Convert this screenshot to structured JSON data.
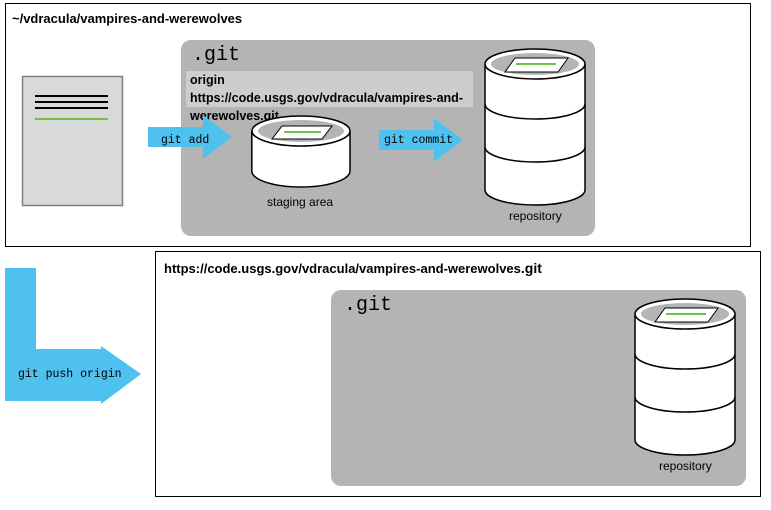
{
  "local": {
    "path": "~/vdracula/vampires-and-werewolves",
    "git_label": ".git",
    "origin_label": "origin  https://code.usgs.gov/vdracula/vampires-and-werewolves.git",
    "staging_label": "staging area",
    "repository_label": "repository",
    "add_command": "git add",
    "commit_command": "git commit"
  },
  "remote": {
    "url_main": "https://code.usgs.gov/vdracula/vampires-and-werewolves",
    "url_ext": ".git",
    "git_label": ".git",
    "repository_label": "repository"
  },
  "push_command": "git push origin",
  "colors": {
    "arrow": "#4fc1ef",
    "panel": "#b4b4b4",
    "origin_bar": "#cdcdcd",
    "document": "#d9d9d9",
    "green_line": "#6cc24a"
  }
}
